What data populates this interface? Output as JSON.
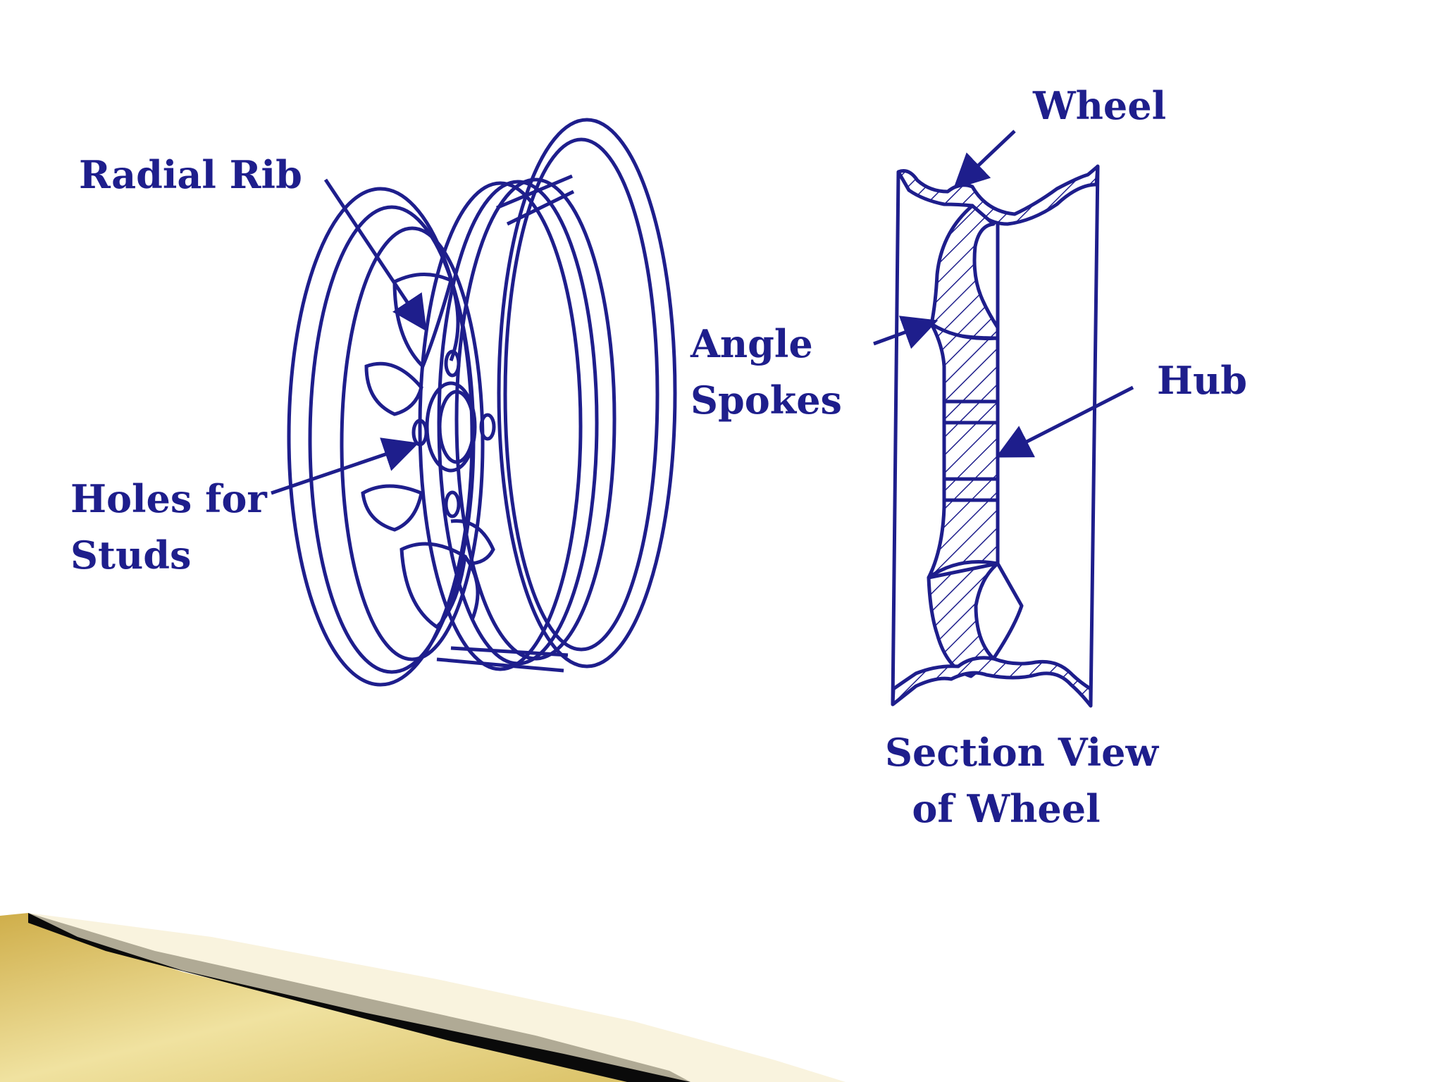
{
  "colors": {
    "ink": "#1e1e8c",
    "background": "#ffffff",
    "gold": "#d9bf62",
    "gold_light": "#f0e2a0",
    "black_band": "#0a0a0a"
  },
  "labels": {
    "radial_rib": "Radial Rib",
    "holes_line1": "Holes for",
    "holes_line2": "Studs",
    "angle_line1": "Angle",
    "angle_line2": "Spokes",
    "wheel": "Wheel",
    "hub": "Hub",
    "section_line1": "Section View",
    "section_line2": "of Wheel"
  }
}
